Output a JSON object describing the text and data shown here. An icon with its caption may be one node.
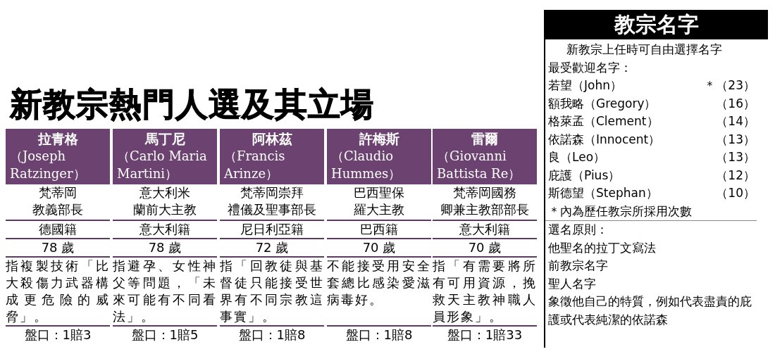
{
  "diagram": {
    "title": "新教宗熱門人選及其立場",
    "nodes": [
      {
        "text": [
          "拉青格",
          "（Joseph Ratzinger）"
        ]
      },
      {
        "text": [
          "馬丁尼",
          "（Carlo Maria Martini）"
        ]
      },
      {
        "text": [
          "阿林茲",
          "（Francis Arinze）"
        ]
      },
      {
        "text": [
          "許梅斯",
          "（Claudio Hummes）"
        ]
      },
      {
        "text": [
          "雷爾",
          "（Giovanni Battista Re）"
        ]
      },
      {
        "text": [
          "教宗名字"
        ]
      }
    ],
    "labels": [
      "梵蒂岡教義部長",
      "意大利米蘭前大主教",
      "梵蒂岡崇拜禮儀及聖事部長",
      "巴西聖保羅大主教",
      "梵蒂岡國務卿兼主教部部長",
      "德國籍",
      "意大利籍",
      "尼日利亞籍",
      "巴西籍",
      "意大利籍",
      "78 歲",
      "78 歲",
      "72 歲",
      "70 歲",
      "70 歲",
      "指複製技術「比大殺傷力武器構成更危險的威脅」。",
      "指避孕、女性神父等問題，「未來可能有不同看法」。",
      "指「回教徒與基督徒只能接受世界有不同宗教這事實」。",
      "不能接受用安全套總比感染愛滋病毒好。",
      "指「有需要將所有可用資源，挽救天主教神職人員形象」。",
      "盤口：1賠3",
      "盤口：1賠5",
      "盤口：1賠8",
      "盤口：1賠8",
      "盤口：1賠33",
      "新教宗上任時可自由選擇名字",
      "最受歡迎名字：",
      "若望（John）",
      "＊（23）",
      "額我略（Gregory）",
      "（16）",
      "格萊孟（Clement）",
      "（14）",
      "依諾森（Innocent）",
      "（13）",
      "良（Leo）",
      "（13）",
      "庇護（Pius）",
      "（12）",
      "斯德望（Stephan）",
      "（10）",
      "＊內為歷任教宗所採用次數",
      "選名原則：",
      "他聖名的拉丁文寫法",
      "前教宗名字",
      "聖人名字",
      "象徵他自己的特質，例如代表盡責的庇護或代表純潔的依諾森"
    ]
  }
}
